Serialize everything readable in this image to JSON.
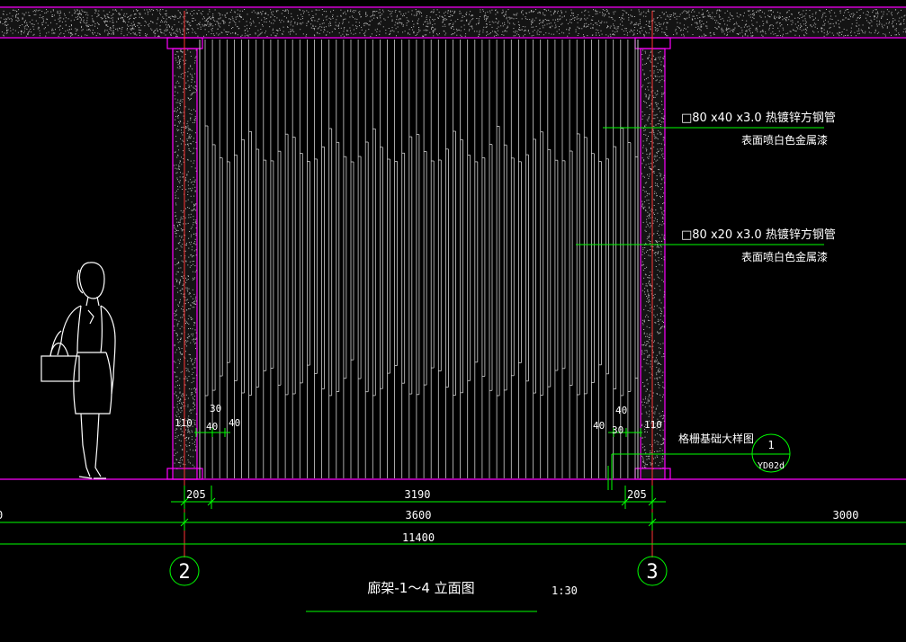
{
  "colors": {
    "background": "#000000",
    "frame": "#ff00ff",
    "dimension": "#00ff00",
    "axis": "#ff3333",
    "text": "#ffffff",
    "hatch": "#cfcfcf"
  },
  "annotations": {
    "callout_1": {
      "line1": "□80 x40 x3.0 热镀锌方钢管",
      "line2": "表面喷白色金属漆"
    },
    "callout_2": {
      "line1": "□80 x20 x3.0 热镀锌方钢管",
      "line2": "表面喷白色金属漆"
    },
    "detail_label": "格栅基础大样图",
    "detail_bubble": {
      "number": "1",
      "sheet": "YD02d"
    }
  },
  "dimensions": {
    "left_small": {
      "d110": "110",
      "d30": "30",
      "d40a": "40",
      "d40b": "40"
    },
    "right_small": {
      "d40a": "40",
      "d40b": "40",
      "d30": "30",
      "d110": "110"
    },
    "row1": {
      "left": "205",
      "middle": "3190",
      "right": "205"
    },
    "row2": {
      "left_edge": "0",
      "span": "3600",
      "right_span": "3000"
    },
    "row3": {
      "total": "11400"
    }
  },
  "axes": {
    "left": "2",
    "right": "3"
  },
  "title": {
    "name": "廊架-1～4 立面图",
    "scale": "1:30"
  }
}
